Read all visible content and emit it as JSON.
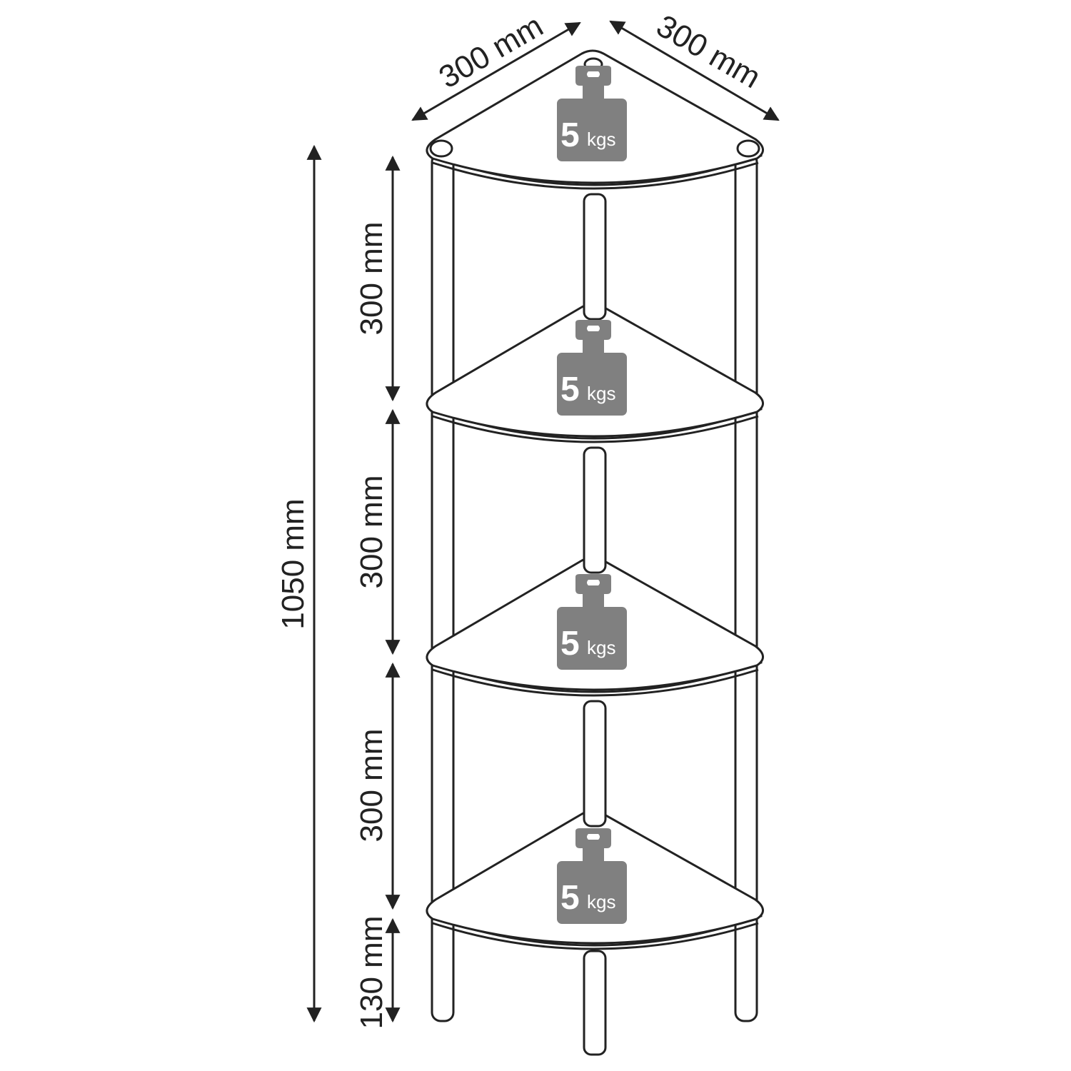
{
  "dimensions": {
    "top_left_depth": "300 mm",
    "top_right_depth": "300 mm",
    "total_height": "1050 mm",
    "shelf_gap_1": "300 mm",
    "shelf_gap_2": "300 mm",
    "shelf_gap_3": "300 mm",
    "leg_height": "130 mm"
  },
  "weights": [
    {
      "value": "5",
      "unit": "kgs"
    },
    {
      "value": "5",
      "unit": "kgs"
    },
    {
      "value": "5",
      "unit": "kgs"
    },
    {
      "value": "5",
      "unit": "kgs"
    }
  ],
  "colors": {
    "weight_fill": "#808080",
    "line": "#222222"
  }
}
